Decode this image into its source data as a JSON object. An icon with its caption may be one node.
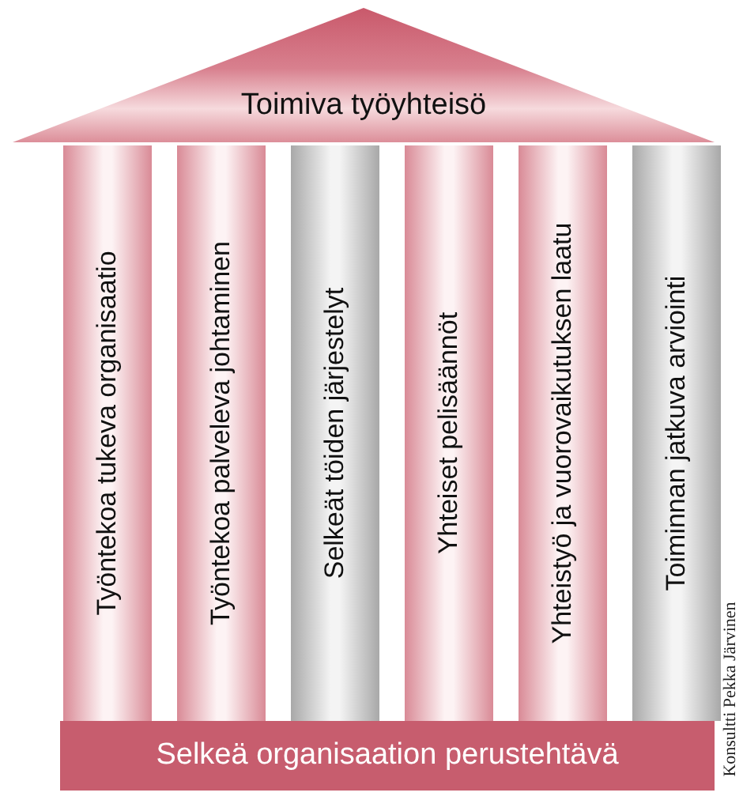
{
  "diagram": {
    "nodes": [
      {
        "text": [
          "Toimiva työyhteisö"
        ]
      },
      {
        "text": [
          "Työntekoa tukeva organisaatio"
        ]
      },
      {
        "text": [
          "Työntekoa palveleva johtaminen"
        ]
      },
      {
        "text": [
          "Selkeät töiden järjestelyt"
        ]
      },
      {
        "text": [
          "Yhteiset pelisäännöt"
        ]
      },
      {
        "text": [
          "Yhteistyö ja vuorovaikutuksen laatu"
        ]
      },
      {
        "text": [
          "Toiminnan jatkuva arviointi"
        ]
      },
      {
        "text": [
          "Selkeä organisaation perustehtävä"
        ]
      }
    ],
    "labels": [
      "Konsultti Pekka Järvinen"
    ]
  }
}
